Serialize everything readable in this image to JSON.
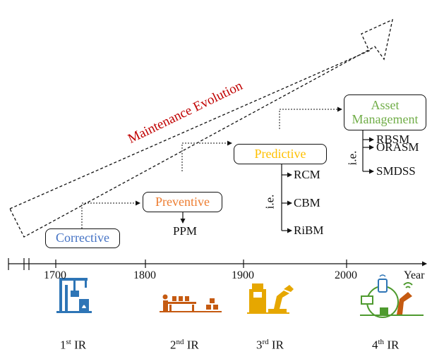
{
  "title": "Maintenance Evolution",
  "stages": [
    {
      "label": "Corrective",
      "color": "#4472c4"
    },
    {
      "label": "Preventive",
      "color": "#ed7d31"
    },
    {
      "label": "Predictive",
      "color": "#ffc000"
    },
    {
      "label": "Asset Management",
      "color": "#70ad47"
    }
  ],
  "preventive_sub": "PPM",
  "predictive_group": {
    "prefix": "i.e.",
    "items": [
      "RCM",
      "CBM",
      "RiBM"
    ]
  },
  "asset_group": {
    "prefix": "i.e.",
    "items": [
      "RBSM",
      "ORASM",
      "SMDSS"
    ]
  },
  "timeline": {
    "ticks": [
      "1700",
      "1800",
      "1900",
      "2000"
    ],
    "axis_label": "Year"
  },
  "revolutions": [
    {
      "num": "1",
      "sup": "st",
      "suffix": "IR",
      "icon": "industrial-machine-icon",
      "color": "#2e75b6"
    },
    {
      "num": "2",
      "sup": "nd",
      "suffix": "IR",
      "icon": "assembly-line-icon",
      "color": "#c55a11"
    },
    {
      "num": "3",
      "sup": "rd",
      "suffix": "IR",
      "icon": "robot-arm-icon",
      "color": "#e6a700"
    },
    {
      "num": "4",
      "sup": "th",
      "suffix": "IR",
      "icon": "connected-factory-icon",
      "color": "#4e9a2e"
    }
  ]
}
